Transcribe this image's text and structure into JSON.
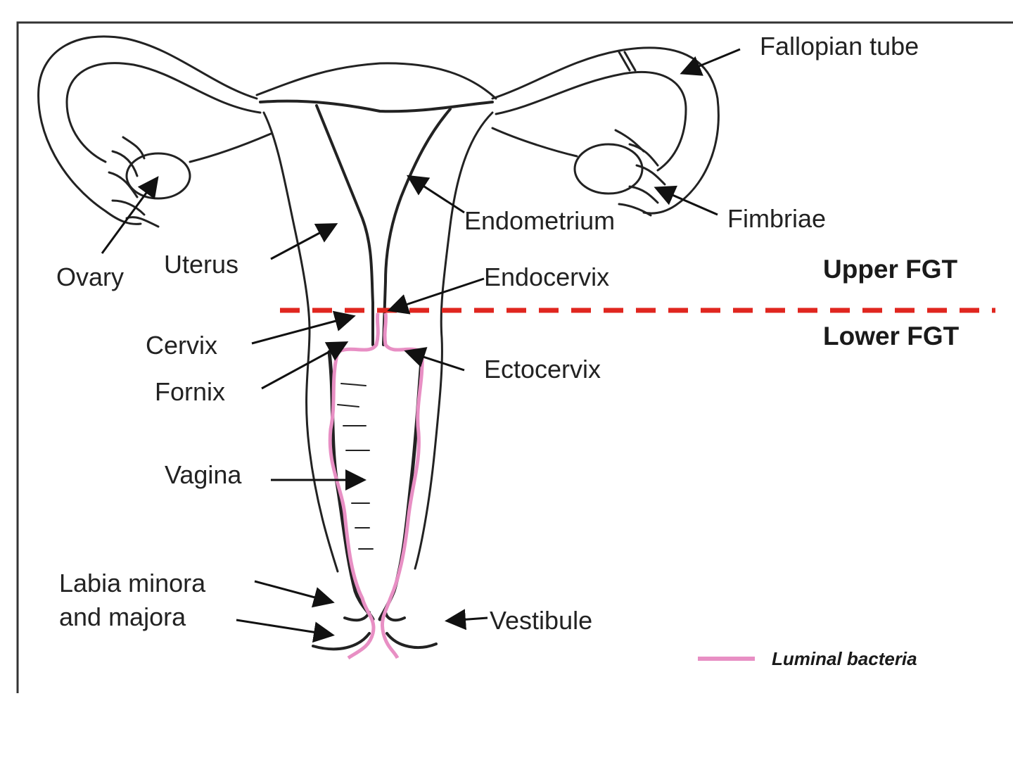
{
  "labels": {
    "fallopian_tube": "Fallopian tube",
    "ovary": "Ovary",
    "uterus": "Uterus",
    "endometrium": "Endometrium",
    "fimbriae": "Fimbriae",
    "endocervix": "Endocervix",
    "cervix": "Cervix",
    "fornix": "Fornix",
    "ectocervix": "Ectocervix",
    "vagina": "Vagina",
    "labia_line1": "Labia minora",
    "labia_line2": "and majora",
    "vestibule": "Vestibule"
  },
  "regions": {
    "upper": "Upper FGT",
    "lower": "Lower FGT"
  },
  "legend": {
    "label": "Luminal bacteria",
    "color": "#e88fc4"
  },
  "colors": {
    "outline": "#222222",
    "divider": "#e0261f",
    "bacteria": "#e88fc4"
  }
}
